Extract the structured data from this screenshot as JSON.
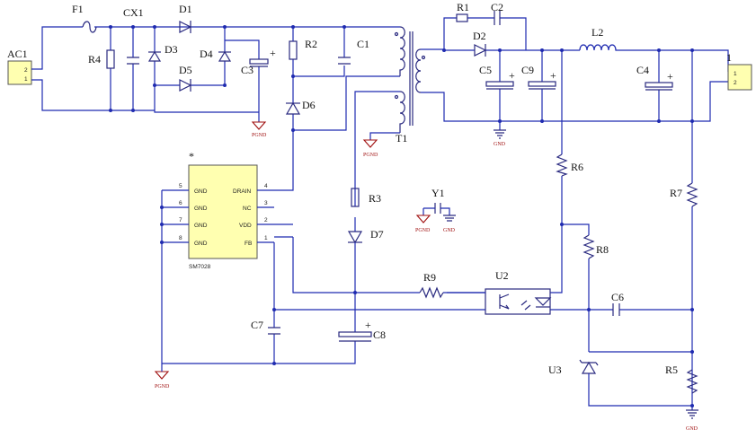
{
  "labels": {
    "AC1": "AC1",
    "F1": "F1",
    "CX1": "CX1",
    "D1": "D1",
    "D3": "D3",
    "D4": "D4",
    "D5": "D5",
    "R4": "R4",
    "C3": "C3",
    "R2": "R2",
    "C1": "C1",
    "D6": "D6",
    "T1": "T1",
    "R1": "R1",
    "C2": "C2",
    "D2": "D2",
    "C5": "C5",
    "C9": "C9",
    "L2": "L2",
    "C4": "C4",
    "J1": "1",
    "R6": "R6",
    "R7": "R7",
    "R3": "R3",
    "D7": "D7",
    "Y1": "Y1",
    "R8": "R8",
    "R9": "R9",
    "U2": "U2",
    "C6": "C6",
    "C7": "C7",
    "C8": "C8",
    "U3": "U3",
    "R5": "R5",
    "star": "*",
    "chip": "SM7028"
  },
  "ac_pins": [
    "2",
    "1"
  ],
  "out_pins": [
    "1",
    "2"
  ],
  "ic": {
    "left_pins": [
      {
        "num": "5",
        "name": "GND"
      },
      {
        "num": "6",
        "name": "GND"
      },
      {
        "num": "7",
        "name": "GND"
      },
      {
        "num": "8",
        "name": "GND"
      }
    ],
    "right_pins": [
      {
        "num": "4",
        "name": "DRAIN"
      },
      {
        "num": "3",
        "name": "NC"
      },
      {
        "num": "2",
        "name": "VDD"
      },
      {
        "num": "1",
        "name": "FB"
      }
    ]
  },
  "grounds": {
    "pgnd": "PGND",
    "gnd": "GND"
  },
  "polarity": "+"
}
